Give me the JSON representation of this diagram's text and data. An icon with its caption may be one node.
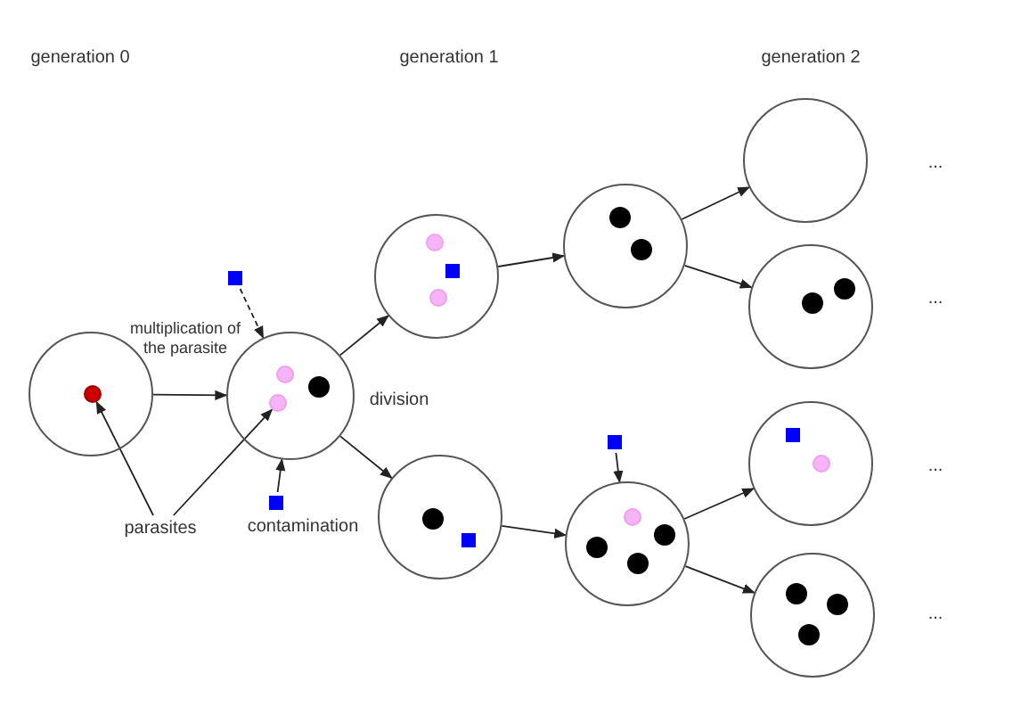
{
  "diagram": {
    "nodes": [
      {
        "text": [],
        "shape": "circle"
      },
      {
        "text": [],
        "shape": "circle",
        "in": 0
      },
      {
        "text": [
          "parasites"
        ]
      },
      {
        "text": [],
        "shape": "box"
      },
      {
        "text": [],
        "shape": "circle"
      },
      {
        "text": [],
        "shape": "circle",
        "in": 4
      },
      {
        "text": [],
        "shape": "circle",
        "in": 4
      },
      {
        "text": [],
        "shape": "circle",
        "in": 4
      },
      {
        "text": [],
        "shape": "box"
      },
      {
        "text": [],
        "shape": "circle"
      },
      {
        "text": [],
        "shape": "circle",
        "in": 9
      },
      {
        "text": [],
        "shape": "box",
        "in": 9
      },
      {
        "text": [],
        "shape": "circle",
        "in": 9
      },
      {
        "text": [],
        "shape": "circle"
      },
      {
        "text": [],
        "shape": "circle",
        "in": 13
      },
      {
        "text": [],
        "shape": "box",
        "in": 13
      },
      {
        "text": [],
        "shape": "circle"
      },
      {
        "text": [],
        "shape": "circle",
        "in": 16
      },
      {
        "text": [],
        "shape": "circle",
        "in": 16
      },
      {
        "text": [],
        "shape": "box"
      },
      {
        "text": [],
        "shape": "circle"
      },
      {
        "text": [],
        "shape": "circle",
        "in": 20
      },
      {
        "text": [],
        "shape": "circle",
        "in": 20
      },
      {
        "text": [],
        "shape": "circle",
        "in": 20
      },
      {
        "text": [],
        "shape": "circle",
        "in": 20
      },
      {
        "text": [],
        "shape": "circle"
      },
      {
        "text": [],
        "shape": "circle"
      },
      {
        "text": [],
        "shape": "circle",
        "in": 26
      },
      {
        "text": [],
        "shape": "circle",
        "in": 26
      },
      {
        "text": [],
        "shape": "circle"
      },
      {
        "text": [],
        "shape": "box",
        "in": 29
      },
      {
        "text": [],
        "shape": "circle",
        "in": 29
      },
      {
        "text": [],
        "shape": "circle"
      },
      {
        "text": [],
        "shape": "circle",
        "in": 32
      },
      {
        "text": [],
        "shape": "circle",
        "in": 32
      },
      {
        "text": [],
        "shape": "circle",
        "in": 32
      }
    ],
    "edges": [
      {
        "from": 0,
        "to": 4,
        "arrow": "to"
      },
      {
        "from": 2,
        "to": 1,
        "arrow": "to"
      },
      {
        "from": 2,
        "to": 6,
        "arrow": "to"
      },
      {
        "from": 3,
        "to": 4,
        "arrow": "to",
        "style": "dashed"
      },
      {
        "from": 8,
        "to": 4,
        "arrow": "to"
      },
      {
        "from": 4,
        "to": 9,
        "arrow": "to"
      },
      {
        "from": 4,
        "to": 13,
        "arrow": "to"
      },
      {
        "from": 9,
        "to": 16,
        "arrow": "to"
      },
      {
        "from": 13,
        "to": 20,
        "arrow": "to"
      },
      {
        "from": 19,
        "to": 20,
        "arrow": "to"
      },
      {
        "from": 16,
        "to": 25,
        "arrow": "to"
      },
      {
        "from": 16,
        "to": 26,
        "arrow": "to"
      },
      {
        "from": 20,
        "to": 29,
        "arrow": "to"
      },
      {
        "from": 20,
        "to": 32,
        "arrow": "to"
      }
    ],
    "labels": [
      "generation 0",
      "generation 1",
      "generation 2",
      "...",
      "multiplication of the parasite",
      "division",
      "...",
      "...",
      "contamination",
      "..."
    ]
  }
}
